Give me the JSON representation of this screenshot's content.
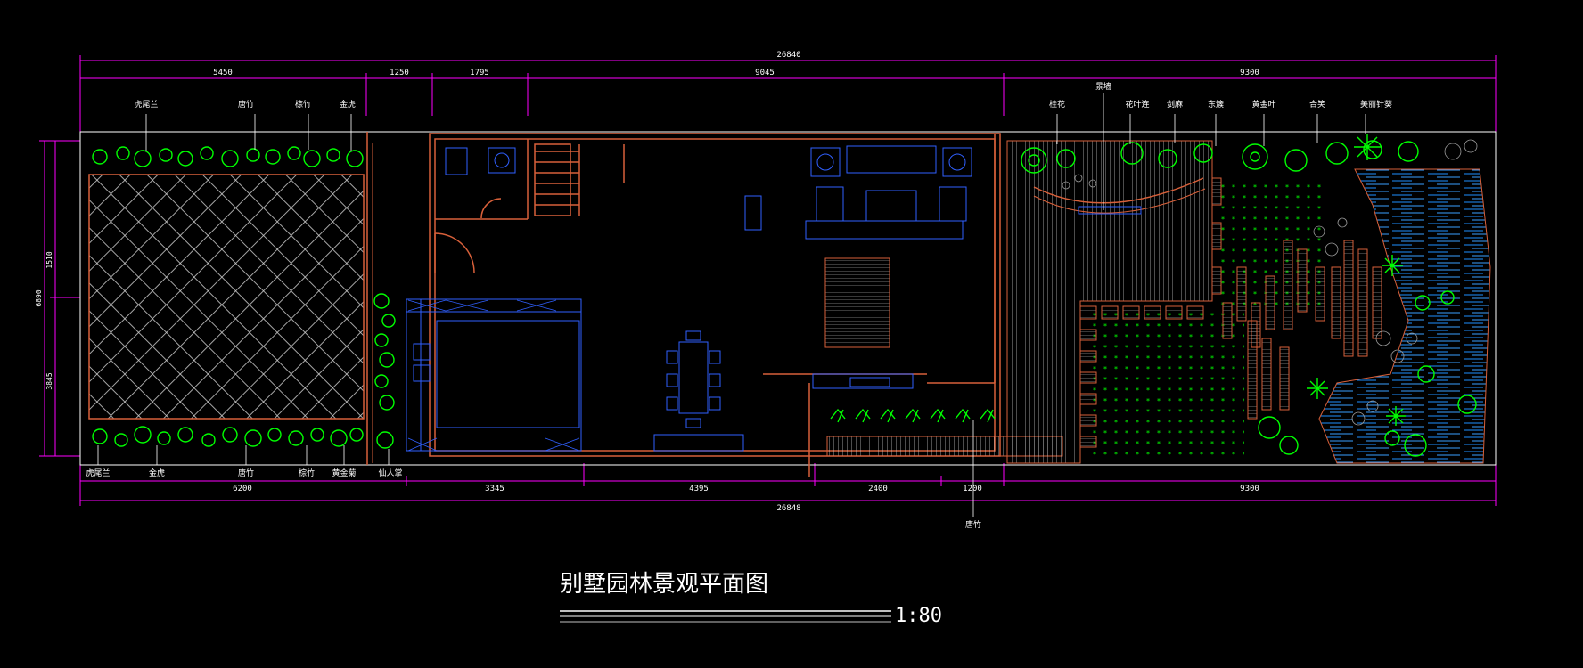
{
  "drawing": {
    "title": "别墅园林景观平面图",
    "scale": "1:80",
    "colors": {
      "background": "#000000",
      "dimension": "#ff00ff",
      "wall": "#d8603a",
      "furniture": "#3060ff",
      "plant": "#00ff00",
      "hatch": "#ffffff",
      "water": "#1e90ff",
      "frame": "#ffffff"
    }
  },
  "dims": {
    "top_total": "26840",
    "top_segments": [
      "5450",
      "1250",
      "1795",
      "9045",
      "9300"
    ],
    "bottom_segments": [
      "6200",
      "3345",
      "4395",
      "2400",
      "1200",
      "9300"
    ],
    "bottom_total": "26848",
    "left_total": "6890",
    "left_segments": [
      "1510",
      "3845"
    ]
  },
  "plants": {
    "top_left": [
      "虎尾兰",
      "唐竹",
      "棕竹",
      "金虎"
    ],
    "top_right": [
      "桂花",
      "景墙",
      "花叶连",
      "剑麻",
      "东簇",
      "黄金叶",
      "合笑",
      "美丽针葵"
    ],
    "bottom_left": [
      "虎尾兰",
      "金虎",
      "唐竹",
      "棕竹",
      "黄金菊",
      "仙人掌"
    ],
    "bottom_center": "唐竹"
  }
}
